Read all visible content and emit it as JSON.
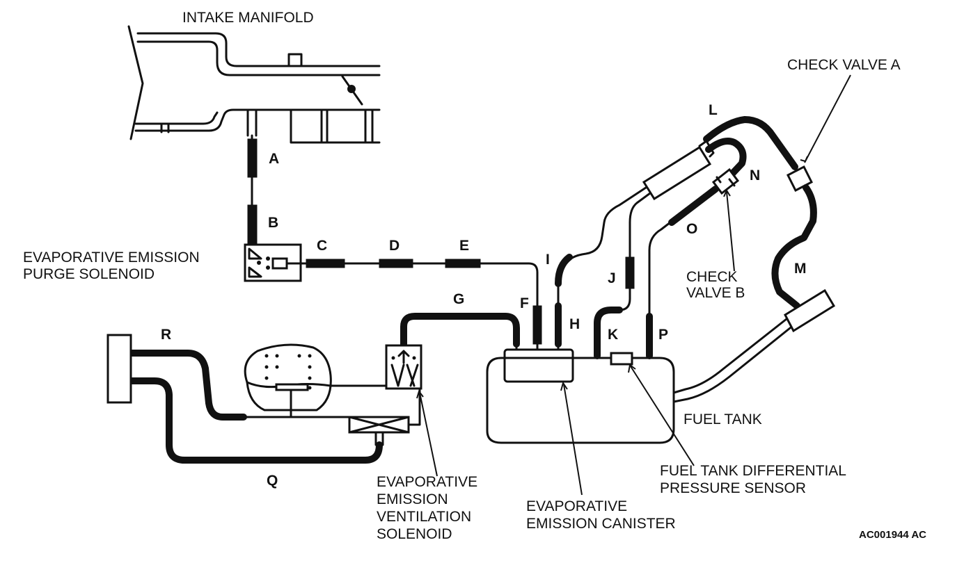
{
  "labels": {
    "intake_manifold": "INTAKE MANIFOLD",
    "check_valve_a": "CHECK VALVE A",
    "check_valve_b_1": "CHECK",
    "check_valve_b_2": "VALVE B",
    "purge_solenoid_1": "EVAPORATIVE EMISSION",
    "purge_solenoid_2": "PURGE SOLENOID",
    "fuel_tank": "FUEL TANK",
    "pressure_sensor_1": "FUEL TANK DIFFERENTIAL",
    "pressure_sensor_2": "PRESSURE SENSOR",
    "canister_1": "EVAPORATIVE",
    "canister_2": "EMISSION CANISTER",
    "vent_solenoid_1": "EVAPORATIVE",
    "vent_solenoid_2": "EMISSION",
    "vent_solenoid_3": "VENTILATION",
    "vent_solenoid_4": "SOLENOID",
    "figure_code": "AC001944 AC"
  },
  "hoses": {
    "A": "A",
    "B": "B",
    "C": "C",
    "D": "D",
    "E": "E",
    "F": "F",
    "G": "G",
    "H": "H",
    "I": "I",
    "J": "J",
    "K": "K",
    "L": "L",
    "M": "M",
    "N": "N",
    "O": "O",
    "P": "P",
    "Q": "Q",
    "R": "R"
  }
}
